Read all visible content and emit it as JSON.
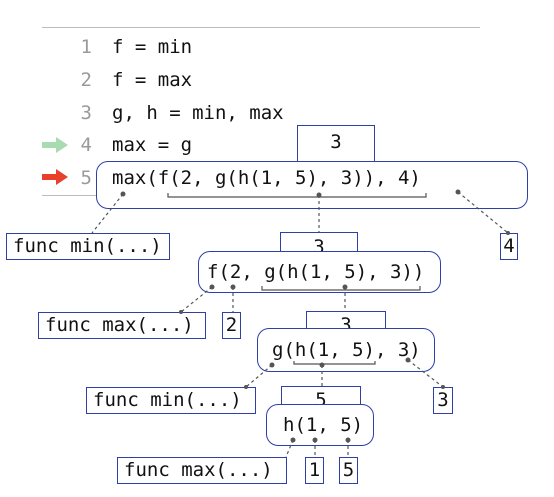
{
  "code_lines": [
    {
      "num": "1",
      "text": "f = min"
    },
    {
      "num": "2",
      "text": "f = max"
    },
    {
      "num": "3",
      "text": "g, h = min, max"
    },
    {
      "num": "4",
      "text": "max = g"
    },
    {
      "num": "5",
      "text": "max(f(2, g(h(1, 5), 3)), 4)"
    }
  ],
  "arrows": {
    "previous_line": "4",
    "current_line": "5",
    "previous_color": "#a8dcb0",
    "current_color": "#e8402a"
  },
  "tree": {
    "root_value": "3",
    "root_func": "func min(...)",
    "root_arg": "4",
    "f_value": "3",
    "f_expr": "f(2, g(h(1, 5), 3))",
    "f_func": "func max(...)",
    "f_arg": "2",
    "g_value": "3",
    "g_expr": "g(h(1, 5), 3)",
    "g_func": "func min(...)",
    "g_arg": "3",
    "h_value": "5",
    "h_expr": "h(1, 5)",
    "h_func": "func max(...)",
    "h_arg1": "1",
    "h_arg2": "5"
  },
  "colors": {
    "box_border": "#2f3fa8",
    "connector": "#555555"
  }
}
